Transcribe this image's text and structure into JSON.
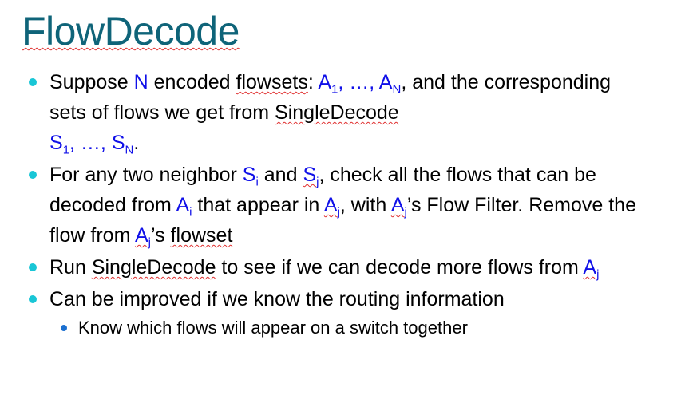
{
  "slide": {
    "title": "FlowDecode",
    "accent_colors": {
      "title": "#0f6479",
      "bullet_l1": "#19c6d6",
      "bullet_l2": "#1a6fd0",
      "math": "#1010e8"
    },
    "bullets": [
      {
        "level": 1,
        "t1": "Suppose ",
        "N": "N",
        "t2": " encoded ",
        "flowsets": "flowsets",
        "t3": ": ",
        "A": "A",
        "sub1": "1",
        "ellipsis": ", …, ",
        "A2": "A",
        "subN": "N",
        "t4": ", and the corresponding sets of flows we get from ",
        "singledecode": "SingleDecode",
        "S": "S",
        "ssub1": "1",
        "sellipsis": ", …, ",
        "S2": "S",
        "ssubN": "N",
        "end": "."
      },
      {
        "level": 1,
        "t1": "For any two neighbor ",
        "Si": "S",
        "i": "i",
        "t2": " and ",
        "Sj": "S",
        "j": "j",
        "t3": ", check all the flows that can be decoded from ",
        "Ai": "A",
        "i2": "i",
        "t4": " that appear in ",
        "Aj": "A",
        "j2": "j",
        "t5": ", with ",
        "Aj2": "A",
        "j3": "j",
        "t6": "’s Flow Filter. Remove the flow from ",
        "Aj3": "A",
        "j4": "j",
        "t7": "’s ",
        "flowset": "flowset"
      },
      {
        "level": 1,
        "t1": "Run ",
        "singledecode": "SingleDecode",
        "t2": " to see if we can decode more flows from ",
        "Aj": "A",
        "j": "j"
      },
      {
        "level": 1,
        "text": "Can be improved if we know the routing information"
      },
      {
        "level": 2,
        "text": "Know which flows will appear on a switch together"
      }
    ]
  }
}
